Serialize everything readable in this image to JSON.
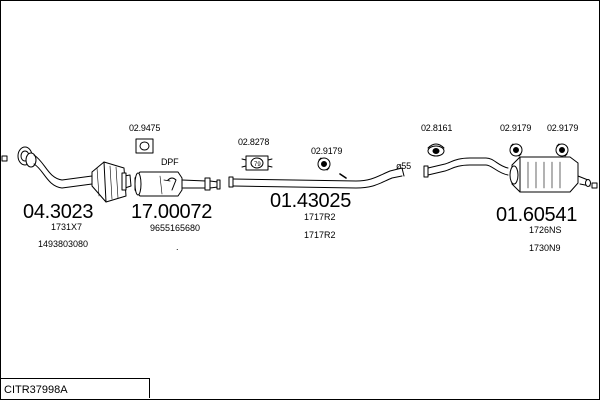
{
  "title": "CITR37998A",
  "part_numbers": [
    "04.3023",
    "17.00072",
    "01.43025",
    "01.60541"
  ],
  "oem_refs": {
    "part1": [
      "1731X7",
      "1493803080"
    ],
    "part2": [
      "9655165680"
    ],
    "part3": [
      "1717R2",
      "1717R2"
    ],
    "part4": [
      "1726NS",
      "1730N9"
    ]
  },
  "fitting_codes": [
    "02.9475",
    "02.8278",
    "02.9179",
    "02.8161",
    "02.9179",
    "02.9179"
  ],
  "annotations": {
    "dpf": "DPF",
    "diameter": "ø55",
    "dot": "."
  }
}
